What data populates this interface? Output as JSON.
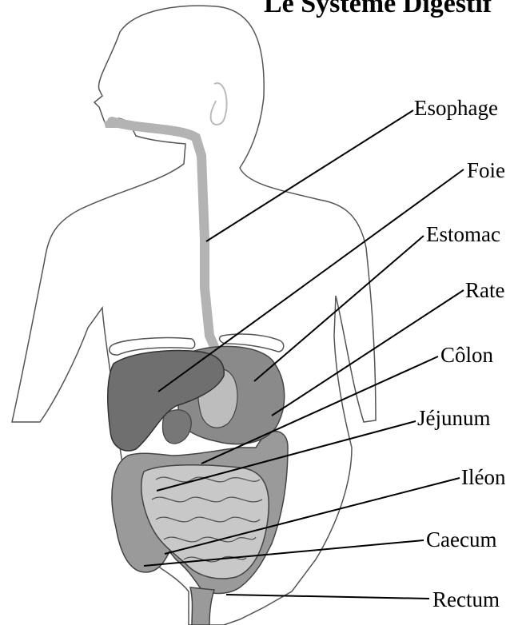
{
  "title": "Le Système Digestif",
  "labels": {
    "esophage": "Esophage",
    "foie": "Foie",
    "estomac": "Estomac",
    "rate": "Rate",
    "colon": "Côlon",
    "jejunum": "Jéjunum",
    "ileon": "Iléon",
    "caecum": "Caecum",
    "rectum": "Rectum"
  },
  "colors": {
    "outline": "#444444",
    "esophagus": "#b3b3b3",
    "liver": "#6f6f6f",
    "stomach": "#8a8a8a",
    "colon": "#9a9a9a",
    "small_intestine": "#c8c8c8"
  }
}
